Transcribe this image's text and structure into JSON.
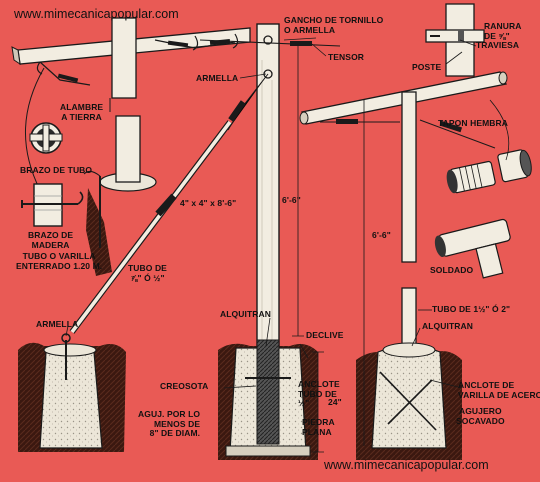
{
  "watermark": {
    "top": "www.mimecanicapopular.com",
    "bottom": "www.mimecanicapopular.com"
  },
  "labels": {
    "gancho": "GANCHO DE TORNILLO\nO ARMELLA",
    "tensor": "TENSOR",
    "armella_top": "ARMELLA",
    "alambre": "ALAMBRE\nA TIERRA",
    "brazo_tubo": "BRAZO DE TUBO",
    "brazo_madera": "BRAZO DE\nMADERA",
    "tubo_varilla": "TUBO O VARILLA\nENTERRADO 1.20 M.",
    "tubo_de": "TUBO DE\n⅞\" Ó ½\"",
    "post_size": "4\" x 4\" x 8'-6\"",
    "height_left": "6'-6\"",
    "height_right": "6'-6\"",
    "armella_bottom": "ARMELLA",
    "alquitran_left": "ALQUITRAN",
    "declive": "DECLIVE",
    "creosota": "CREOSOTA",
    "anclote_tubo": "ANCLOTE\nTUBO DE\n½\"",
    "depth": "24\"",
    "aguj": "AGUJ. POR LO\nMENOS DE\n8\" DE DIAM.",
    "piedra": "PIEDRA\nPLANA",
    "ranura": "RANURA\nDE ⅝\"",
    "traviesa": "TRAVIESA",
    "poste": "POSTE",
    "tapon": "TAPON HEMBRA",
    "soldado": "SOLDADO",
    "tubo_right": "TUBO DE 1½\" Ó 2\"",
    "alquitran_right": "ALQUITRAN",
    "anclote_varilla": "ANCLOTE DE\nVARILLA DE ACERO",
    "agujero": "AGUJERO\nSOCAVADO"
  },
  "colors": {
    "background": "#e95a55",
    "wood": "#f2ede1",
    "ink": "#1a1a1a",
    "soil": "#3a1a12",
    "concrete": "#eae4d6"
  }
}
